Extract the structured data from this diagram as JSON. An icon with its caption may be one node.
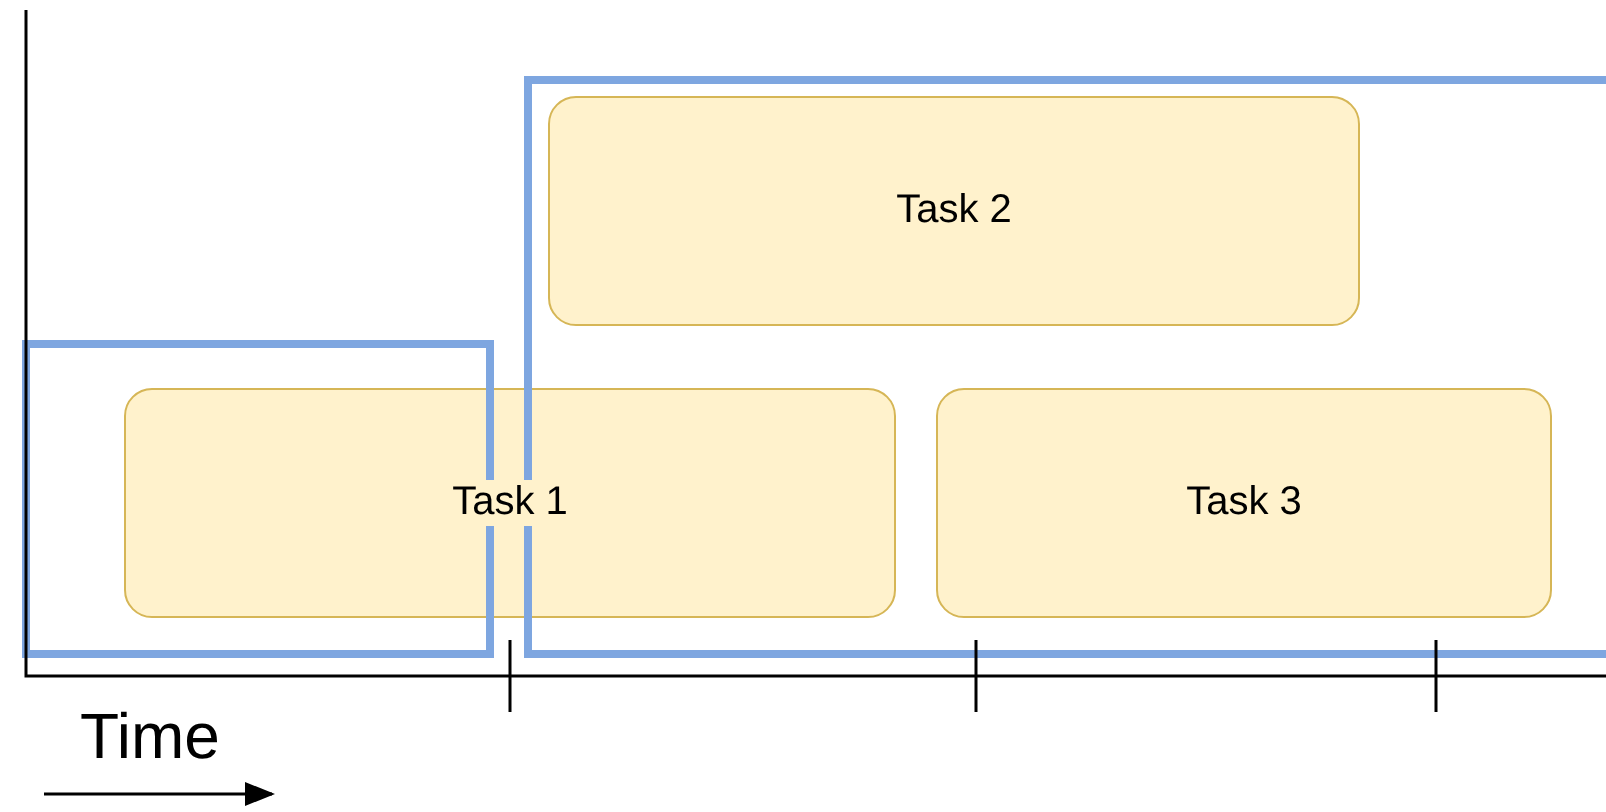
{
  "diagram": {
    "nodes": [
      {
        "text": [
          "Task 2"
        ]
      },
      {
        "text": [
          "Task 1"
        ]
      },
      {
        "text": [
          "Task 3"
        ]
      }
    ],
    "labels": [
      "Time"
    ]
  }
}
